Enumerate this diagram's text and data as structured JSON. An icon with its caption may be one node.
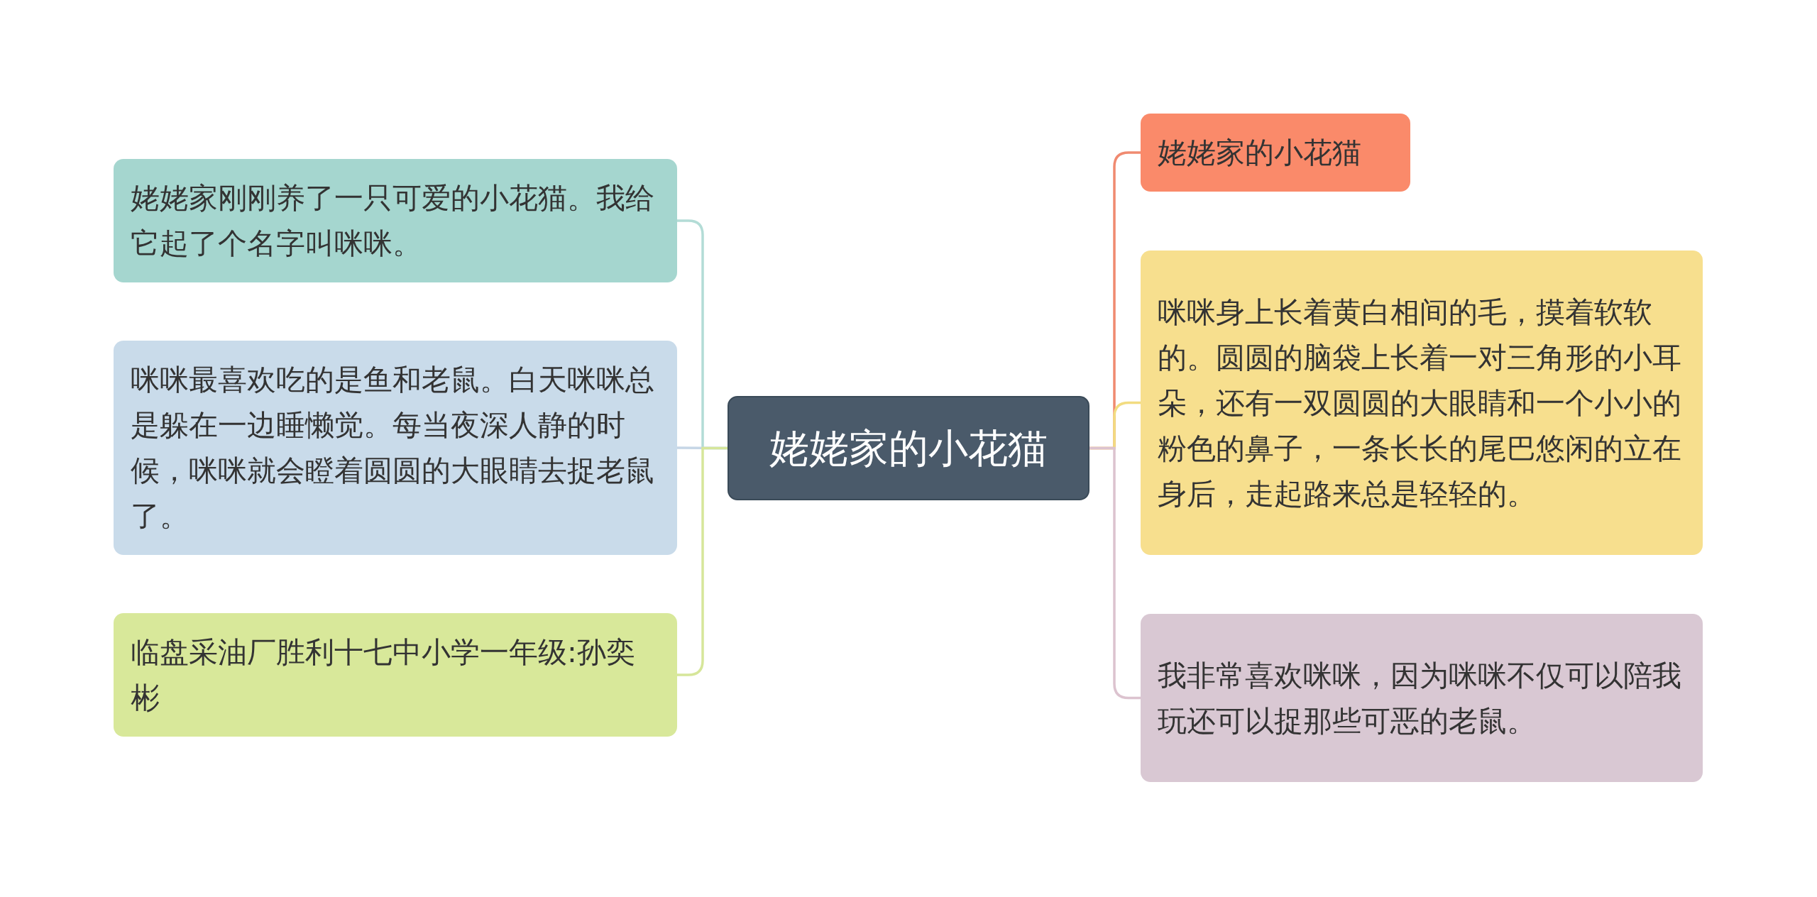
{
  "diagram": {
    "nodes": [
      {
        "text": [
          "姥姥家的小花猫"
        ]
      },
      {
        "text": [
          "姥姥家刚刚养了一只可爱的小花猫。我给它起了个名字叫咪咪。"
        ]
      },
      {
        "text": [
          "咪咪最喜欢吃的是鱼和老鼠。白天咪咪总是躲在一边睡懒觉。每当夜深人静的时候，咪咪就会瞪着圆圆的大眼睛去捉老鼠了。"
        ]
      },
      {
        "text": [
          "临盘采油厂胜利十七中小学一年级:孙奕彬"
        ]
      },
      {
        "text": [
          "姥姥家的小花猫"
        ]
      },
      {
        "text": [
          "咪咪身上长着黄白相间的毛，摸着软软的。圆圆的脑袋上长着一对三角形的小耳朵，还有一双圆圆的大眼睛和一个小小的粉色的鼻子，一条长长的尾巴悠闲的立在身后，走起路来总是轻轻的。"
        ]
      },
      {
        "text": [
          "我非常喜欢咪咪，因为咪咪不仅可以陪我玩还可以捉那些可恶的老鼠。"
        ]
      }
    ],
    "edges": [
      {
        "from": 0,
        "to": 1,
        "arrow": "none",
        "color": "#b3dcd6"
      },
      {
        "from": 0,
        "to": 2,
        "arrow": "none",
        "color": "#c6d6e6"
      },
      {
        "from": 0,
        "to": 3,
        "arrow": "none",
        "color": "#d6e69a"
      },
      {
        "from": 0,
        "to": 4,
        "arrow": "none",
        "color": "#f08a70"
      },
      {
        "from": 0,
        "to": 5,
        "arrow": "none",
        "color": "#f2dc80"
      },
      {
        "from": 0,
        "to": 6,
        "arrow": "none",
        "color": "#dcc3cf"
      }
    ]
  }
}
